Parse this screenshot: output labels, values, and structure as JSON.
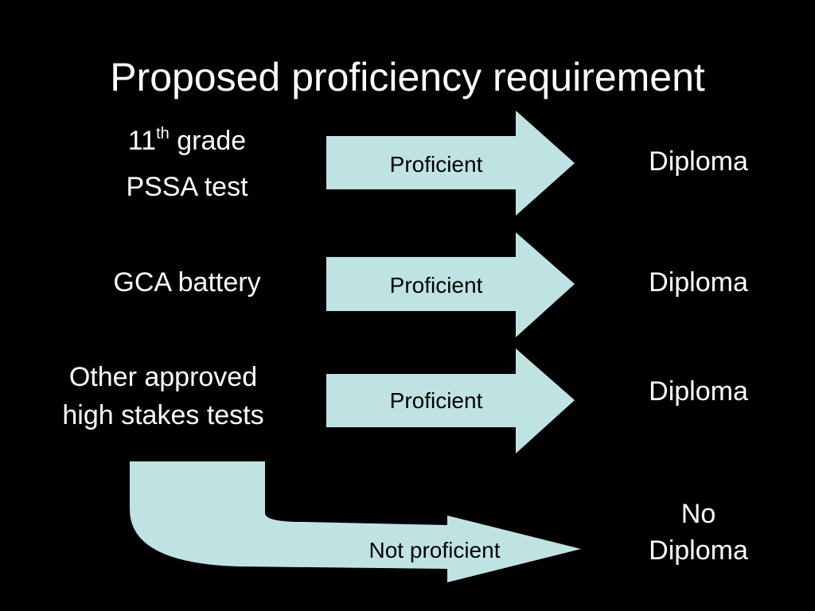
{
  "slide": {
    "title": "Proposed proficiency requirement"
  },
  "colors": {
    "background": "#000000",
    "text": "#ffffff",
    "arrow_fill": "#bfe3e3",
    "arrow_text": "#000000"
  },
  "rows": [
    {
      "source_line1_main": "11",
      "source_line1_sup": "th",
      "source_line1_rest": " grade",
      "source_line2": "PSSA test",
      "arrow_label": "Proficient",
      "outcome": "Diploma"
    },
    {
      "source": "GCA battery",
      "arrow_label": "Proficient",
      "outcome": "Diploma"
    },
    {
      "source_line1": "Other approved",
      "source_line2": "high stakes tests",
      "arrow_label": "Proficient",
      "outcome": "Diploma"
    }
  ],
  "fallback": {
    "arrow_label": "Not proficient",
    "outcome_line1": "No",
    "outcome_line2": "Diploma"
  }
}
